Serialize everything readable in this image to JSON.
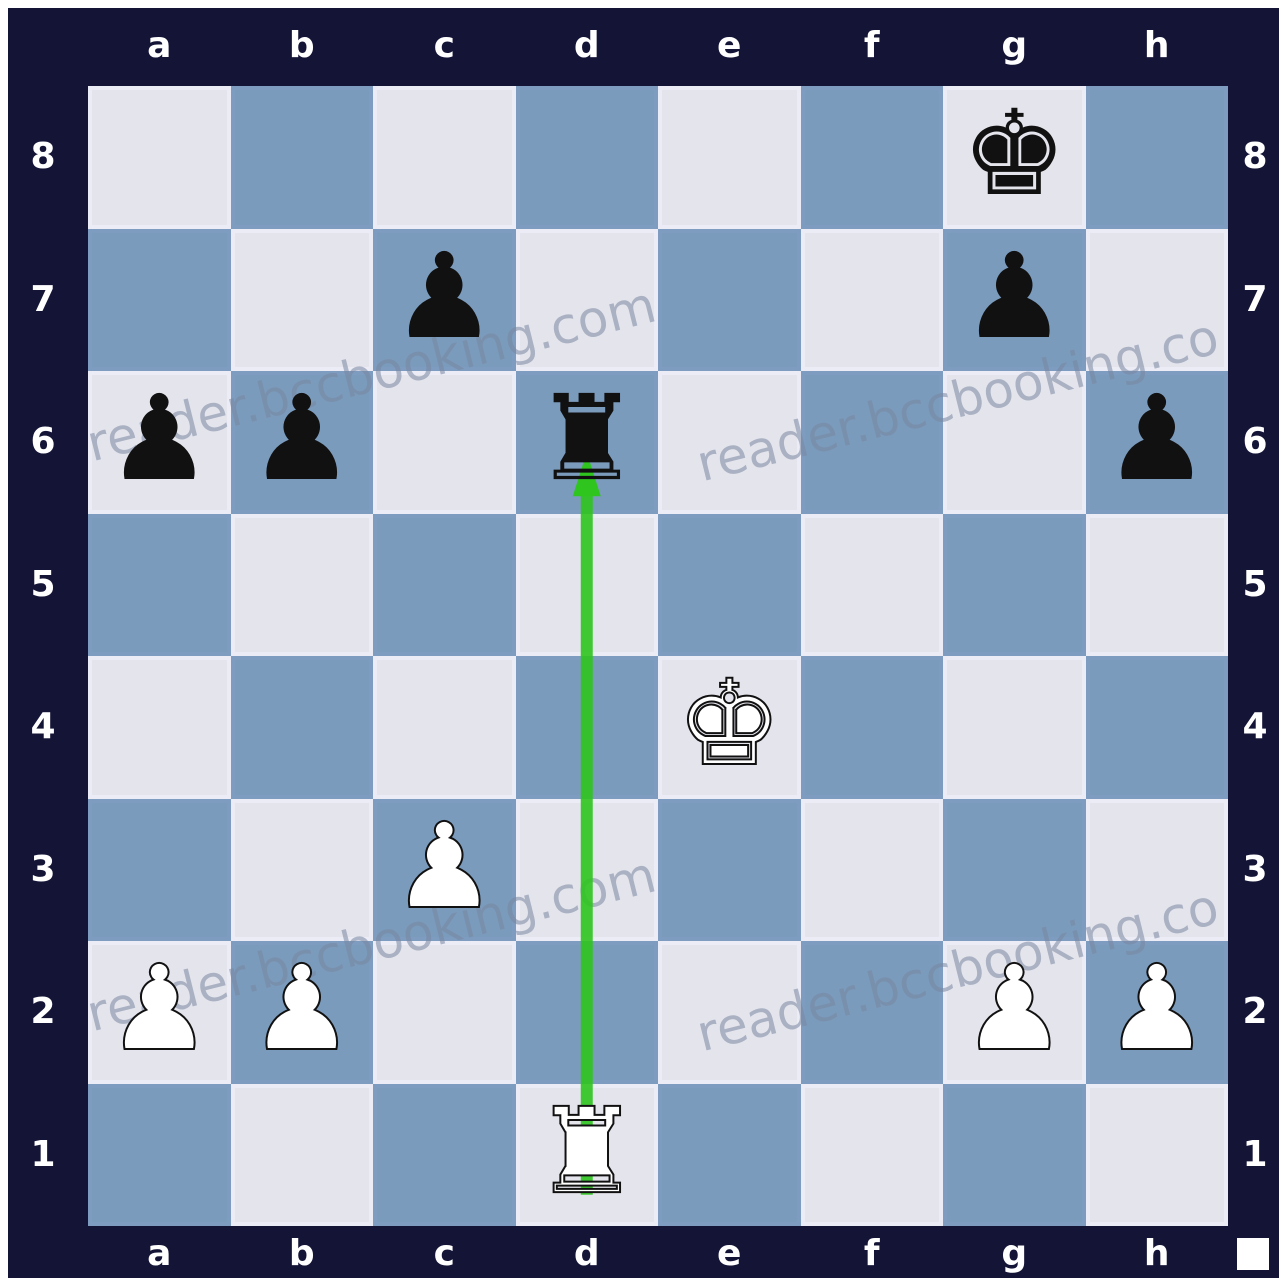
{
  "board": {
    "files": [
      "a",
      "b",
      "c",
      "d",
      "e",
      "f",
      "g",
      "h"
    ],
    "ranks": [
      "8",
      "7",
      "6",
      "5",
      "4",
      "3",
      "2",
      "1"
    ],
    "pieces": [
      {
        "square": "g8",
        "type": "king",
        "color": "black",
        "glyph": "♚"
      },
      {
        "square": "c7",
        "type": "pawn",
        "color": "black",
        "glyph": "♟"
      },
      {
        "square": "g7",
        "type": "pawn",
        "color": "black",
        "glyph": "♟"
      },
      {
        "square": "a6",
        "type": "pawn",
        "color": "black",
        "glyph": "♟"
      },
      {
        "square": "b6",
        "type": "pawn",
        "color": "black",
        "glyph": "♟"
      },
      {
        "square": "d6",
        "type": "rook",
        "color": "black",
        "glyph": "♜"
      },
      {
        "square": "h6",
        "type": "pawn",
        "color": "black",
        "glyph": "♟"
      },
      {
        "square": "e4",
        "type": "king",
        "color": "white",
        "glyph": "♚"
      },
      {
        "square": "c3",
        "type": "pawn",
        "color": "white",
        "glyph": "♟"
      },
      {
        "square": "a2",
        "type": "pawn",
        "color": "white",
        "glyph": "♟"
      },
      {
        "square": "b2",
        "type": "pawn",
        "color": "white",
        "glyph": "♟"
      },
      {
        "square": "g2",
        "type": "pawn",
        "color": "white",
        "glyph": "♟"
      },
      {
        "square": "h2",
        "type": "pawn",
        "color": "white",
        "glyph": "♟"
      },
      {
        "square": "d1",
        "type": "rook",
        "color": "white",
        "glyph": "♜"
      }
    ],
    "arrow": {
      "from": "d1",
      "to": "d6",
      "color": "#2fc51e"
    },
    "side_to_move": "white"
  },
  "watermark_text": [
    "reader.bccbooking.com",
    "reader.bccbooking.co",
    "reader.bccbooking.com",
    "reader.bccbooking.co"
  ],
  "colors": {
    "frame": "#141437",
    "light_square": "#e4e4ec",
    "dark_square": "#7b9bbd",
    "arrow": "#2fc51e"
  }
}
